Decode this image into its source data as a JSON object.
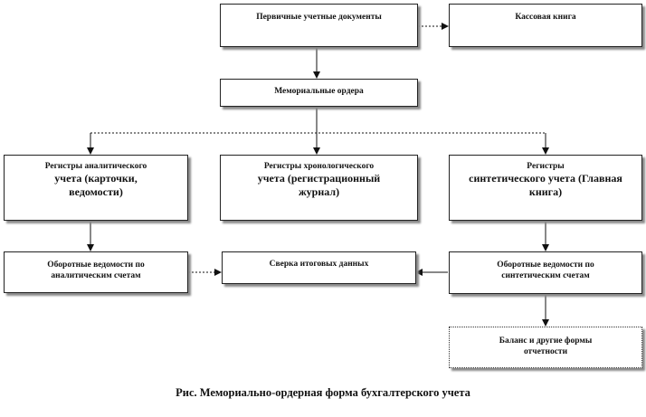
{
  "nodes": {
    "primary_docs": "Первичные  учетные  документы",
    "cash_book": "Кассовая книга",
    "memorial_orders": "Мемориальные  ордера",
    "analytic_registers": {
      "line1": "Регистры  аналитического",
      "line2": "учета (карточки,",
      "line3": "ведомости)"
    },
    "chrono_registers": {
      "line1": "Регистры  хронологического",
      "line2": "учета (регистрационный",
      "line3": "журнал)"
    },
    "synthetic_registers": {
      "line1": "Регистры",
      "line2": "синтетического  учета (Главная",
      "line3": "книга)"
    },
    "turnover_analytic": {
      "line1": "Оборотные  ведомости  по",
      "line2": "аналитическим  счетам"
    },
    "reconciliation": "Сверка  итоговых  данных",
    "turnover_synthetic": {
      "line1": "Оборотные  ведомости  по",
      "line2": "синтетическим  счетам"
    },
    "balance": {
      "line1": "Баланс  и  другие  формы",
      "line2": "отчетности"
    }
  },
  "caption": "Рис. Мемориально-ордерная форма бухгалтерского  учета"
}
